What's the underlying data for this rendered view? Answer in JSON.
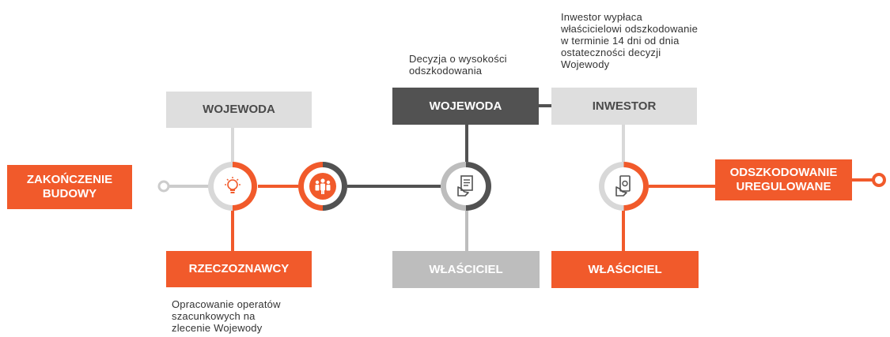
{
  "boxes": {
    "start": {
      "line1": "ZAKOŃCZENIE",
      "line2": "BUDOWY"
    },
    "wojewoda_top_left": "WOJEWODA",
    "rzeczoznawcy": "RZECZOZNAWCY",
    "wojewoda_center": "WOJEWODA",
    "wlasciciel_center": "WŁAŚCICIEL",
    "inwestor": "INWESTOR",
    "wlasciciel_right": "WŁAŚCICIEL",
    "end": {
      "line1": "ODSZKODOWANIE",
      "line2": "UREGULOWANE"
    }
  },
  "notes": {
    "rzeczoznawcy_note": [
      "Opracowanie operatów",
      "szacunkowych na",
      "zlecenie Wojewody"
    ],
    "wojewoda_note": [
      "Decyzja o wysokości",
      "odszkodowania"
    ],
    "inwestor_note": [
      "Inwestor wypłaca",
      "właścicielowi odszkodowanie",
      "w terminie 14 dni od dnia",
      "ostateczności  decyzji",
      "Wojewody"
    ]
  },
  "icons": [
    "lightbulb-icon",
    "people-icon",
    "document-hand-icon",
    "money-hand-icon"
  ],
  "colors": {
    "orange": "#f15a2b",
    "dark_grey": "#525252",
    "medium_grey": "#bdbdbd",
    "light_grey": "#dedede"
  }
}
